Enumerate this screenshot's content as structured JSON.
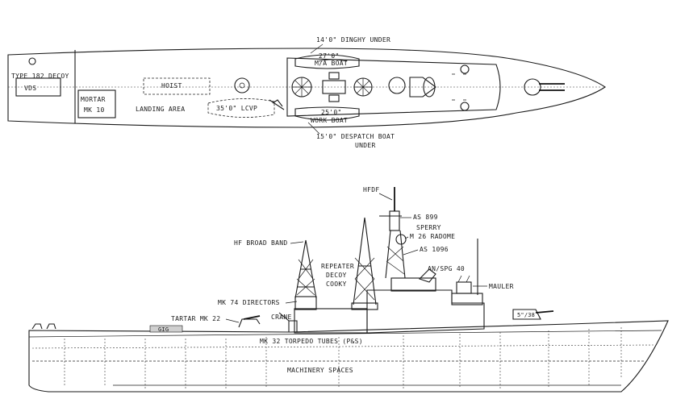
{
  "plan_view": {
    "labels": {
      "dinghy_under": "14'0\" DINGHY UNDER",
      "boat_27": "27'0\"",
      "boat_27_type": "M/A BOAT",
      "decoy": "TYPE 182 DECOY",
      "vds": "VDS",
      "mortar": "MORTAR",
      "mortar_mk": "MK 10",
      "hoist": "HOIST",
      "landing_area": "LANDING AREA",
      "lcvp": "35'0\" LCVP",
      "boat_25": "25'0\"",
      "boat_25_type": "WORK BOAT",
      "despatch_1": "15'0\" DESPATCH BOAT",
      "despatch_2": "UNDER"
    }
  },
  "profile_view": {
    "labels": {
      "hfdf": "HFDF",
      "as899": "AS 899",
      "sperry": "SPERRY",
      "radome": "M 26 RADOME",
      "hf_broadband": "HF BROAD BAND",
      "as1096": "AS 1096",
      "repeater": "REPEATER",
      "decoy": "DECOY",
      "cooky": "COOKY",
      "spg40": "AN/SPG 40",
      "mauler": "MAULER",
      "mk74": "MK 74 DIRECTORS",
      "crane": "CRANE",
      "gun": "5\"/38",
      "tartar": "TARTAR MK 22",
      "gig": "GIG",
      "torpedo": "MK 32 TORPEDO TUBES (P&S)",
      "machinery": "MACHINERY SPACES"
    }
  }
}
